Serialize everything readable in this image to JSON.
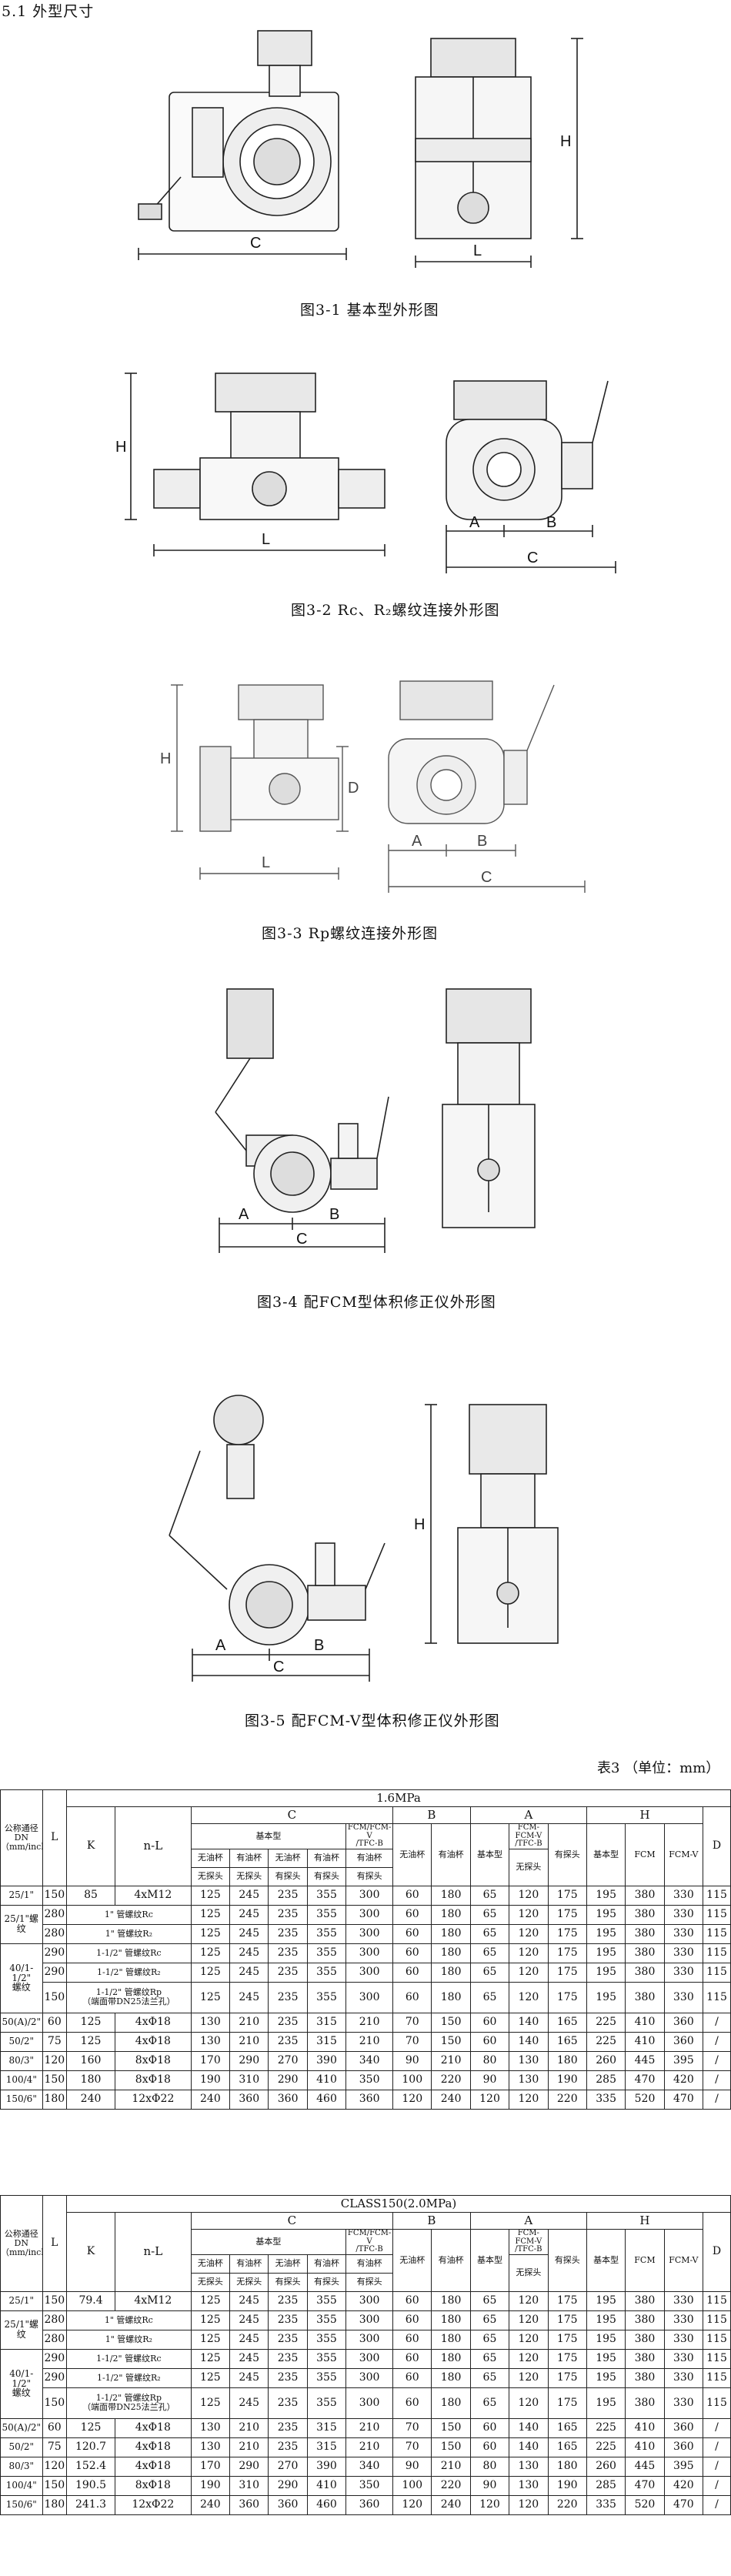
{
  "section_title": "5.1 外型尺寸",
  "figures": [
    {
      "caption": "图3-1 基本型外形图",
      "labels": [
        "C",
        "L",
        "H"
      ]
    },
    {
      "caption": "图3-2 Rc、R₂螺纹连接外形图",
      "labels": [
        "H",
        "L",
        "A",
        "B",
        "C"
      ]
    },
    {
      "caption": "图3-3  Rp螺纹连接外形图",
      "labels": [
        "H",
        "D",
        "L",
        "A",
        "B",
        "C"
      ]
    },
    {
      "caption": "图3-4 配FCM型体积修正仪外形图",
      "labels": [
        "A",
        "B",
        "C"
      ]
    },
    {
      "caption": "图3-5 配FCM-V型体积修正仪外形图",
      "labels": [
        "A",
        "B",
        "C",
        "H"
      ]
    }
  ],
  "table_note": "表3 （单位：mm）",
  "header": {
    "dn": "公称通径\nDN\n（mm/inch）",
    "L": "L",
    "K": "K",
    "nL": "n-L",
    "C": "C",
    "B": "B",
    "A": "A",
    "H": "H",
    "D": "D",
    "basic": "基本型",
    "fcm_v_b": "FCM/FCM-V\n/TFC-B",
    "no_oil": "无油杯",
    "oil": "有油杯",
    "no_probe": "无探头",
    "probe": "有探头",
    "fcm_v_b_a": "FCM-\nFCM-V\n/TFC-B",
    "fcm": "FCM",
    "fcmv": "FCM-V"
  },
  "tables": [
    {
      "pressure": "1.6MPa",
      "rows": [
        {
          "dn": "25/1\"",
          "L": "150",
          "K": "85",
          "nL": "4xM12",
          "v": [
            "125",
            "245",
            "235",
            "355",
            "300",
            "60",
            "180",
            "65",
            "120",
            "175",
            "195",
            "380",
            "330",
            "115"
          ]
        },
        {
          "dn": "25/1\"螺纹",
          "L": "280",
          "conn": "1\" 管螺纹Rc",
          "v": [
            "125",
            "245",
            "235",
            "355",
            "300",
            "60",
            "180",
            "65",
            "120",
            "175",
            "195",
            "380",
            "330",
            "115"
          ]
        },
        {
          "dn": "",
          "L": "280",
          "conn": "1\" 管螺纹R₂",
          "v": [
            "125",
            "245",
            "235",
            "355",
            "300",
            "60",
            "180",
            "65",
            "120",
            "175",
            "195",
            "380",
            "330",
            "115"
          ]
        },
        {
          "dn": "40/1-1/2\"\n螺纹",
          "L": "290",
          "conn": "1-1/2\" 管螺纹Rc",
          "v": [
            "125",
            "245",
            "235",
            "355",
            "300",
            "60",
            "180",
            "65",
            "120",
            "175",
            "195",
            "380",
            "330",
            "115"
          ]
        },
        {
          "dn": "",
          "L": "290",
          "conn": "1-1/2\" 管螺纹R₂",
          "v": [
            "125",
            "245",
            "235",
            "355",
            "300",
            "60",
            "180",
            "65",
            "120",
            "175",
            "195",
            "380",
            "330",
            "115"
          ]
        },
        {
          "dn": "",
          "L": "150",
          "conn": "1-1/2\" 管螺纹Rp\n（端面带DN25法兰孔）",
          "v": [
            "125",
            "245",
            "235",
            "355",
            "300",
            "60",
            "180",
            "65",
            "120",
            "175",
            "195",
            "380",
            "330",
            "115"
          ]
        },
        {
          "dn": "50(A)/2\"",
          "L": "60",
          "K": "125",
          "nL": "4xΦ18",
          "v": [
            "130",
            "210",
            "235",
            "315",
            "210",
            "70",
            "150",
            "60",
            "140",
            "165",
            "225",
            "410",
            "360",
            "/"
          ]
        },
        {
          "dn": "50/2\"",
          "L": "75",
          "K": "125",
          "nL": "4xΦ18",
          "v": [
            "130",
            "210",
            "235",
            "315",
            "210",
            "70",
            "150",
            "60",
            "140",
            "165",
            "225",
            "410",
            "360",
            "/"
          ]
        },
        {
          "dn": "80/3\"",
          "L": "120",
          "K": "160",
          "nL": "8xΦ18",
          "v": [
            "170",
            "290",
            "270",
            "390",
            "340",
            "90",
            "210",
            "80",
            "130",
            "180",
            "260",
            "445",
            "395",
            "/"
          ]
        },
        {
          "dn": "100/4\"",
          "L": "150",
          "K": "180",
          "nL": "8xΦ18",
          "v": [
            "190",
            "310",
            "290",
            "410",
            "350",
            "100",
            "220",
            "90",
            "130",
            "190",
            "285",
            "470",
            "420",
            "/"
          ]
        },
        {
          "dn": "150/6\"",
          "L": "180",
          "K": "240",
          "nL": "12xΦ22",
          "v": [
            "240",
            "360",
            "360",
            "460",
            "360",
            "120",
            "240",
            "120",
            "120",
            "220",
            "335",
            "520",
            "470",
            "/"
          ]
        }
      ]
    },
    {
      "pressure": "CLASS150(2.0MPa)",
      "rows": [
        {
          "dn": "25/1\"",
          "L": "150",
          "K": "79.4",
          "nL": "4xM12",
          "v": [
            "125",
            "245",
            "235",
            "355",
            "300",
            "60",
            "180",
            "65",
            "120",
            "175",
            "195",
            "380",
            "330",
            "115"
          ]
        },
        {
          "dn": "25/1\"螺纹",
          "L": "280",
          "conn": "1\" 管螺纹Rc",
          "v": [
            "125",
            "245",
            "235",
            "355",
            "300",
            "60",
            "180",
            "65",
            "120",
            "175",
            "195",
            "380",
            "330",
            "115"
          ]
        },
        {
          "dn": "",
          "L": "280",
          "conn": "1\" 管螺纹R₂",
          "v": [
            "125",
            "245",
            "235",
            "355",
            "300",
            "60",
            "180",
            "65",
            "120",
            "175",
            "195",
            "380",
            "330",
            "115"
          ]
        },
        {
          "dn": "40/1-1/2\"\n螺纹",
          "L": "290",
          "conn": "1-1/2\" 管螺纹Rc",
          "v": [
            "125",
            "245",
            "235",
            "355",
            "300",
            "60",
            "180",
            "65",
            "120",
            "175",
            "195",
            "380",
            "330",
            "115"
          ]
        },
        {
          "dn": "",
          "L": "290",
          "conn": "1-1/2\" 管螺纹R₂",
          "v": [
            "125",
            "245",
            "235",
            "355",
            "300",
            "60",
            "180",
            "65",
            "120",
            "175",
            "195",
            "380",
            "330",
            "115"
          ]
        },
        {
          "dn": "",
          "L": "150",
          "conn": "1-1/2\" 管螺纹Rp\n（端面带DN25法兰孔）",
          "v": [
            "125",
            "245",
            "235",
            "355",
            "300",
            "60",
            "180",
            "65",
            "120",
            "175",
            "195",
            "380",
            "330",
            "115"
          ]
        },
        {
          "dn": "50(A)/2\"",
          "L": "60",
          "K": "125",
          "nL": "4xΦ18",
          "v": [
            "130",
            "210",
            "235",
            "315",
            "210",
            "70",
            "150",
            "60",
            "140",
            "165",
            "225",
            "410",
            "360",
            "/"
          ]
        },
        {
          "dn": "50/2\"",
          "L": "75",
          "K": "120.7",
          "nL": "4xΦ18",
          "v": [
            "130",
            "210",
            "235",
            "315",
            "210",
            "70",
            "150",
            "60",
            "140",
            "165",
            "225",
            "410",
            "360",
            "/"
          ]
        },
        {
          "dn": "80/3\"",
          "L": "120",
          "K": "152.4",
          "nL": "4xΦ18",
          "v": [
            "170",
            "290",
            "270",
            "390",
            "340",
            "90",
            "210",
            "80",
            "130",
            "180",
            "260",
            "445",
            "395",
            "/"
          ]
        },
        {
          "dn": "100/4\"",
          "L": "150",
          "K": "190.5",
          "nL": "8xΦ18",
          "v": [
            "190",
            "310",
            "290",
            "410",
            "350",
            "100",
            "220",
            "90",
            "130",
            "190",
            "285",
            "470",
            "420",
            "/"
          ]
        },
        {
          "dn": "150/6\"",
          "L": "180",
          "K": "241.3",
          "nL": "12xΦ22",
          "v": [
            "240",
            "360",
            "360",
            "460",
            "360",
            "120",
            "240",
            "120",
            "120",
            "220",
            "335",
            "520",
            "470",
            "/"
          ]
        }
      ]
    }
  ]
}
